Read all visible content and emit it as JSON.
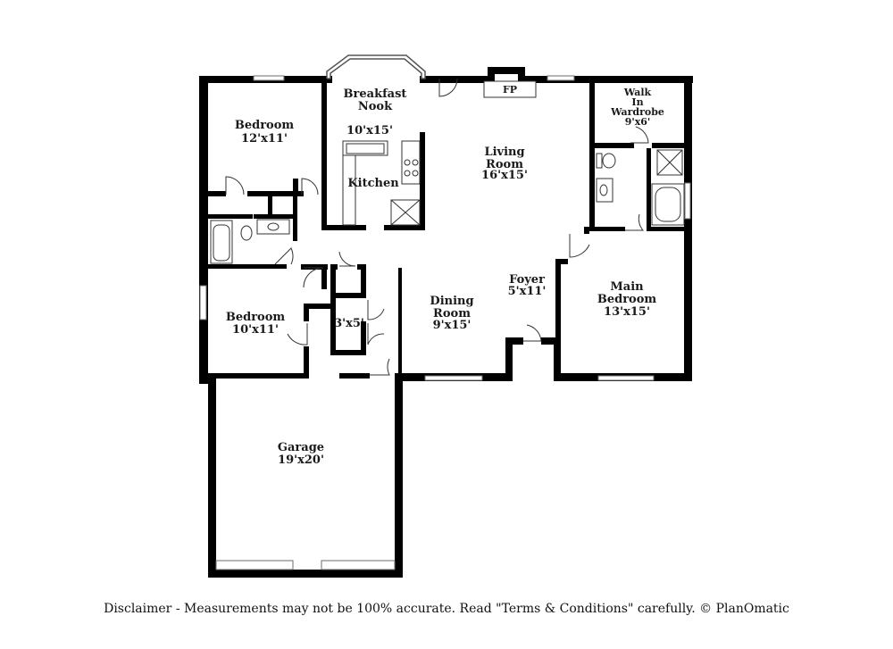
{
  "rooms": {
    "bedroom_top": {
      "name": "Bedroom",
      "size": "12'x11'"
    },
    "breakfast_nook": {
      "name_line1": "Breakfast",
      "name_line2": "Nook"
    },
    "kitchen": {
      "size": "10'x15'",
      "name": "Kitchen"
    },
    "living_room": {
      "name_line1": "Living",
      "name_line2": "Room",
      "size": "16'x15'"
    },
    "walk_in_wardrobe": {
      "line1": "Walk",
      "line2": "In",
      "line3": "Wardrobe",
      "size": "9'x6'"
    },
    "fireplace": {
      "label": "FP"
    },
    "bedroom_lower": {
      "name": "Bedroom",
      "size": "10'x11'"
    },
    "closet": {
      "size": "3'x5'"
    },
    "dining_room": {
      "name_line1": "Dining",
      "name_line2": "Room",
      "size": "9'x15'"
    },
    "foyer": {
      "name": "Foyer",
      "size": "5'x11'"
    },
    "main_bedroom": {
      "name_line1": "Main",
      "name_line2": "Bedroom",
      "size": "13'x15'"
    },
    "garage": {
      "name": "Garage",
      "size": "19'x20'"
    }
  },
  "footer": {
    "disclaimer": "Disclaimer - Measurements may not be 100% accurate. Read \"Terms & Conditions\" carefully. © PlanOmatic"
  }
}
